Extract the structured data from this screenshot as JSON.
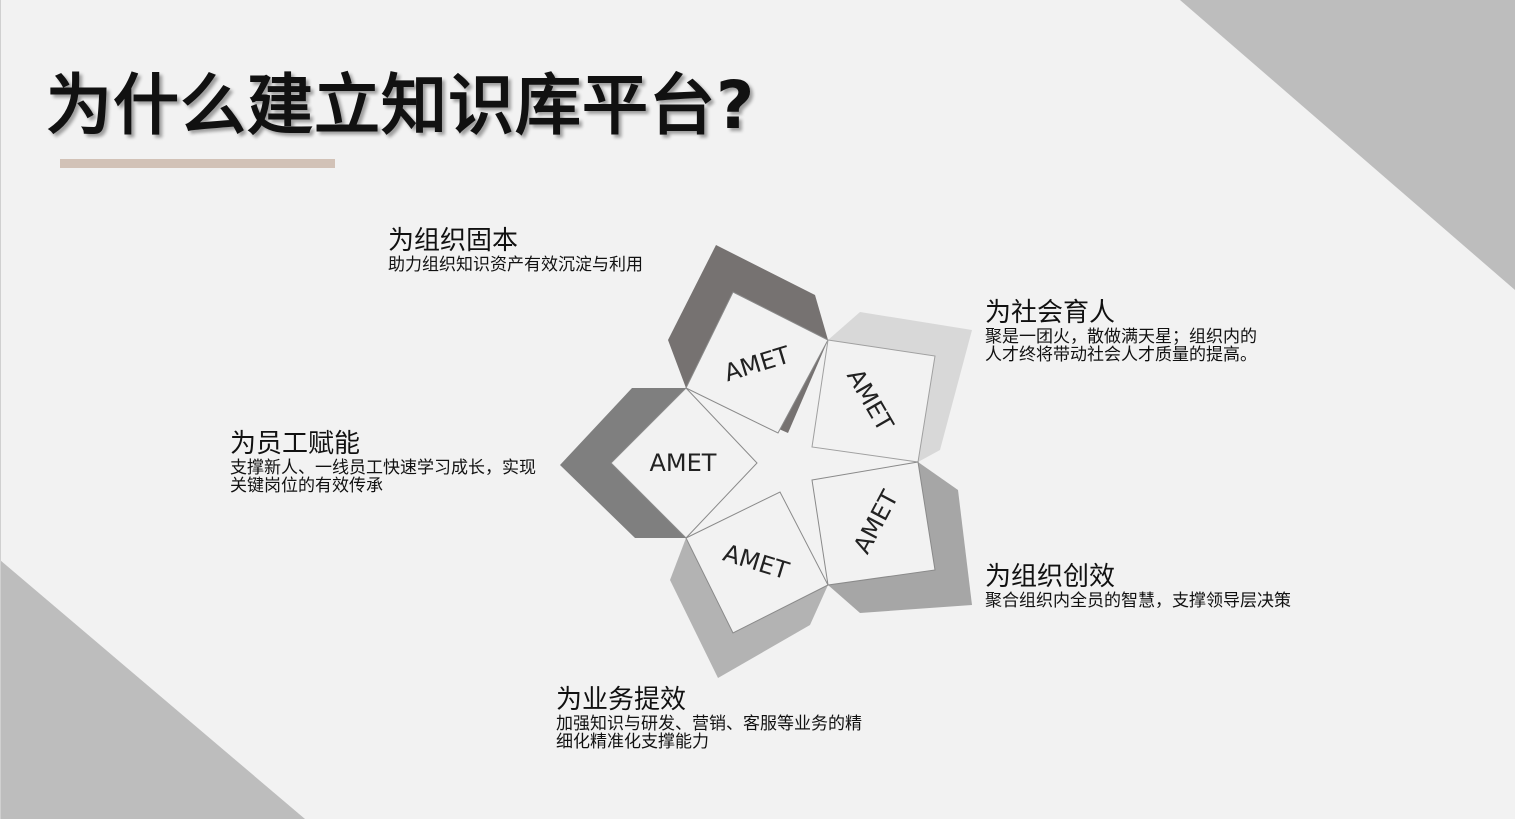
{
  "title": "为什么建立知识库平台?",
  "petal_label": "AMET",
  "items": [
    {
      "heading": "为组织固本",
      "desc_lines": [
        "助力组织知识资产有效沉淀与利用"
      ]
    },
    {
      "heading": "为社会育人",
      "desc_lines": [
        "聚是一团火，散做满天星；组织内的",
        "人才终将带动社会人才质量的提高。"
      ]
    },
    {
      "heading": "为员工赋能",
      "desc_lines": [
        "支撑新人、一线员工快速学习成长，实现",
        "关键岗位的有效传承"
      ]
    },
    {
      "heading": "为组织创效",
      "desc_lines": [
        "聚合组织内全员的智慧，支撑领导层决策"
      ]
    },
    {
      "heading": "为业务提效",
      "desc_lines": [
        "加强知识与研发、营销、客服等业务的精",
        "细化精准化支撑能力"
      ]
    }
  ],
  "colors": {
    "background": "#f2f2f2",
    "corner_triangles": "#bdbdbd",
    "underline": "#d2c2b7",
    "petal_top": "#767271",
    "petal_right": "#d8d8d8",
    "petal_left": "#7f7f7f",
    "petal_bottom_right": "#a6a6a6",
    "petal_bottom_left": "#b3b3b3"
  }
}
